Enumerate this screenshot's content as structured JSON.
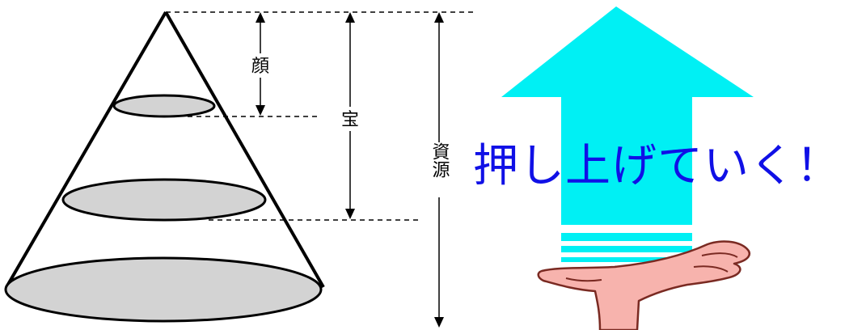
{
  "diagram": {
    "labels": {
      "face": "顔",
      "treasure": "宝",
      "resource": "資源"
    },
    "headline": "押し上げていく！",
    "colors": {
      "headline": "#1010e6",
      "arrow": "#00f0f4",
      "ellipse_fill": "#d3d3d3",
      "hand": "#f7b3ad"
    }
  }
}
